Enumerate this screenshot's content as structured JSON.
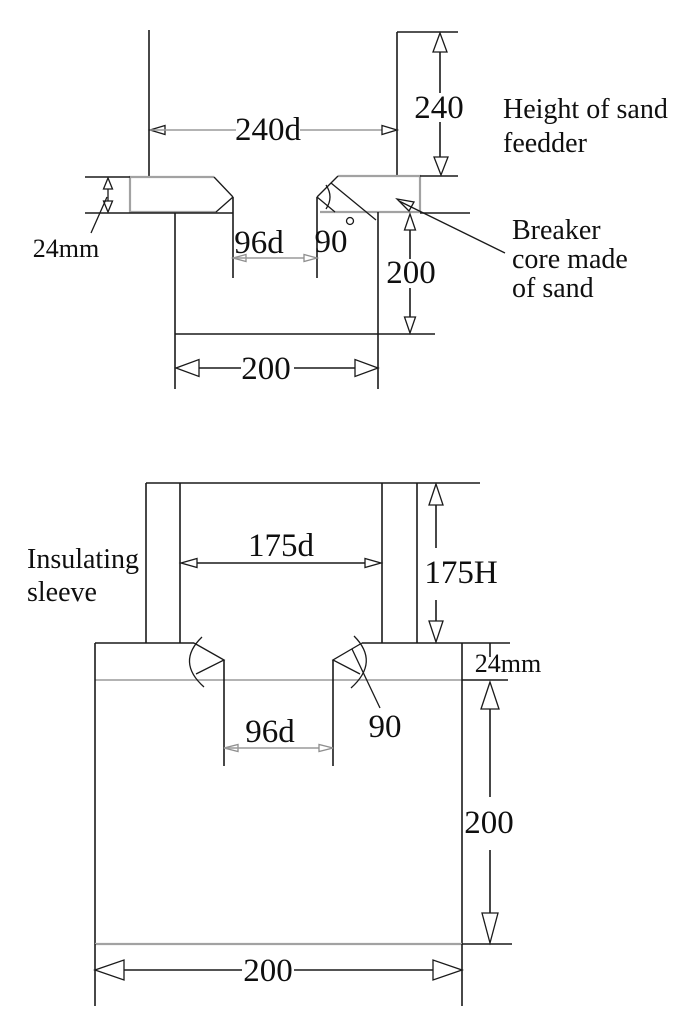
{
  "colors": {
    "background": "#ffffff",
    "line_dark": "#1a1a1a",
    "line_gray": "#a2a2a2",
    "text": "#0f0f0f"
  },
  "upper": {
    "dim_sprue_width": "240d",
    "dim_feeder_height": "240",
    "dim_flange_thickness": "24mm",
    "dim_slot_width": "96d",
    "dim_chamfer_angle": "90",
    "degree_symbol": "",
    "dim_body_height": "200",
    "dim_body_width": "200",
    "label_feeder_line1": "Height of sand",
    "label_feeder_line2": "feedder",
    "label_breaker_line1": "Breaker",
    "label_breaker_line2": "core made",
    "label_breaker_line3": "of sand"
  },
  "lower": {
    "dim_sleeve_width": "175d",
    "dim_sleeve_height": "175H",
    "dim_flange_thickness": "24mm",
    "dim_slot_width": "96d",
    "dim_chamfer_angle": "90",
    "dim_body_height": "200",
    "dim_body_width": "200",
    "label_sleeve_line1": "Insulating",
    "label_sleeve_line2": "sleeve"
  }
}
